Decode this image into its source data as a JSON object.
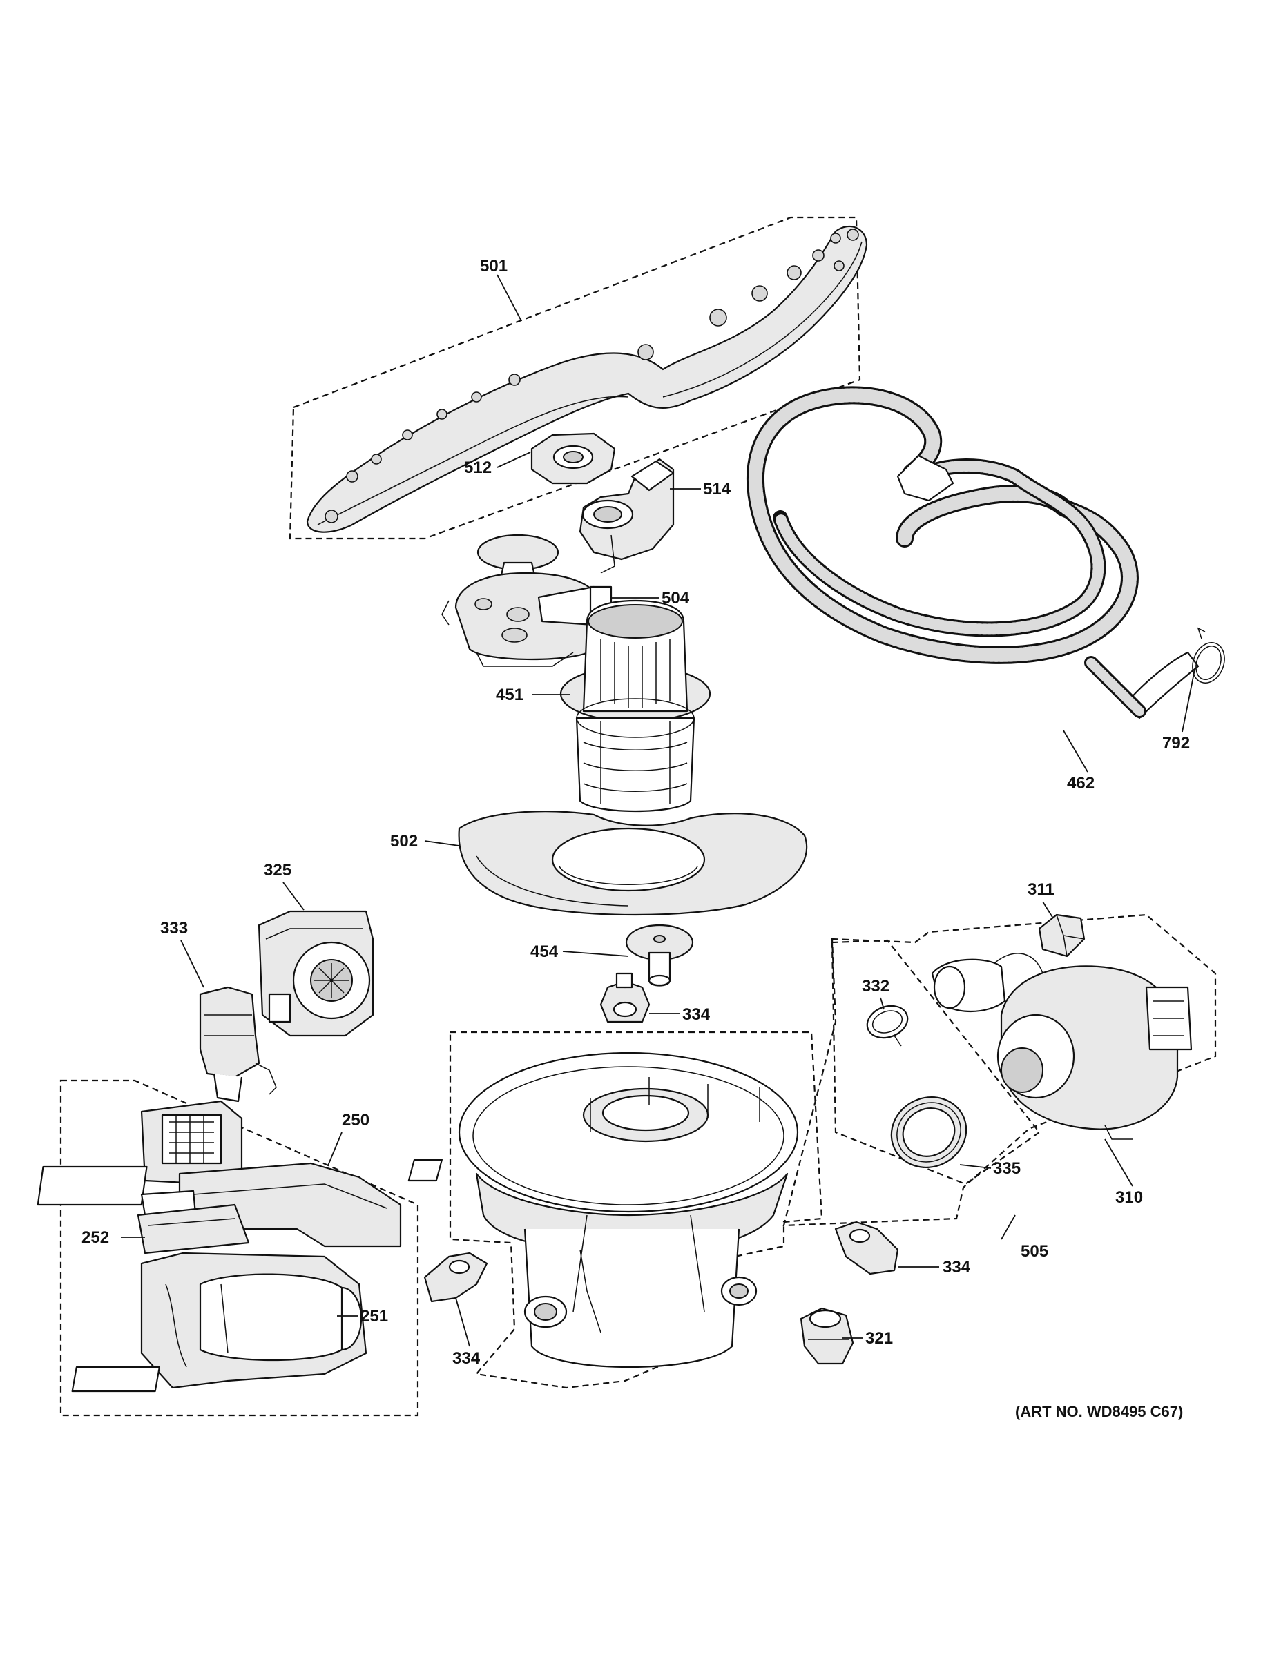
{
  "labels": {
    "p501": "501",
    "p512": "512",
    "p514": "514",
    "p504": "504",
    "p451": "451",
    "p502": "502",
    "p462": "462",
    "p792": "792",
    "p325": "325",
    "p333": "333",
    "p311": "311",
    "p454": "454",
    "p332": "332",
    "p334a": "334",
    "p250": "250",
    "p252": "252",
    "p335": "335",
    "p310": "310",
    "p505": "505",
    "p334b": "334",
    "p251": "251",
    "p334c": "334",
    "p321": "321"
  },
  "art_number": "(ART NO. WD8495 C67)"
}
